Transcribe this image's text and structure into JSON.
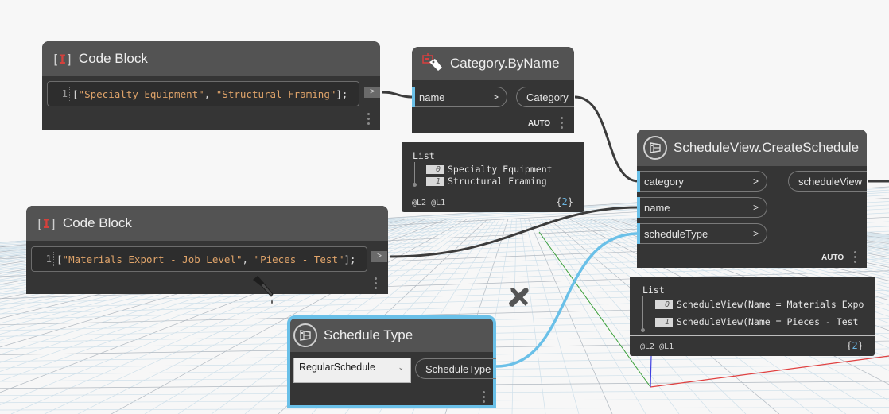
{
  "nodes": {
    "code_block_1": {
      "title": "Code Block",
      "icon": "code-block-icon",
      "line_number": "1",
      "code": "[\"Specialty Equipment\", \"Structural Framing\"];",
      "output_arrow": ">"
    },
    "category_by_name": {
      "title": "Category.ByName",
      "icon": "category-tag-icon",
      "inputs": [
        {
          "label": "name",
          "chevron": ">"
        }
      ],
      "outputs": [
        {
          "label": "Category"
        }
      ],
      "lacing": "AUTO"
    },
    "category_preview": {
      "header": "List",
      "items": [
        {
          "index": "0",
          "value": "Specialty Equipment"
        },
        {
          "index": "1",
          "value": "Structural Framing"
        }
      ],
      "levels": "@L2 @L1",
      "count": "2"
    },
    "code_block_2": {
      "title": "Code Block",
      "icon": "code-block-icon",
      "line_number": "1",
      "code": "[\"Materials Export - Job Level\", \"Pieces - Test\"];",
      "output_arrow": ">"
    },
    "schedule_create": {
      "title": "ScheduleView.CreateSchedule",
      "icon": "schedule-view-icon",
      "inputs": [
        {
          "label": "category",
          "chevron": ">"
        },
        {
          "label": "name",
          "chevron": ">"
        },
        {
          "label": "scheduleType",
          "chevron": ">"
        }
      ],
      "outputs": [
        {
          "label": "scheduleView"
        }
      ],
      "lacing": "AUTO"
    },
    "schedule_preview": {
      "header": "List",
      "items": [
        {
          "index": "0",
          "value": "ScheduleView(Name = Materials Expo"
        },
        {
          "index": "1",
          "value": "ScheduleView(Name = Pieces - Test"
        }
      ],
      "levels": "@L2 @L1",
      "count": "2"
    },
    "schedule_type": {
      "title": "Schedule Type",
      "icon": "schedule-view-icon",
      "dropdown_value": "RegularSchedule",
      "outputs": [
        {
          "label": "ScheduleType"
        }
      ]
    }
  },
  "cursor_icons": [
    "eyedropper-icon",
    "wrench-screwdriver-icon"
  ],
  "colors": {
    "node_body": "#353535",
    "node_header": "#535353",
    "port_accent": "#6ac0e8",
    "selected_border": "#6ac0e8",
    "wire": "#3c3c3c",
    "selected_wire": "#6ac0e8",
    "code_string": "#e0a46a",
    "count_brace": "#6ab4e0",
    "axis_x": "#e04040",
    "axis_y": "#3aa03a",
    "axis_z": "#4040e0"
  }
}
